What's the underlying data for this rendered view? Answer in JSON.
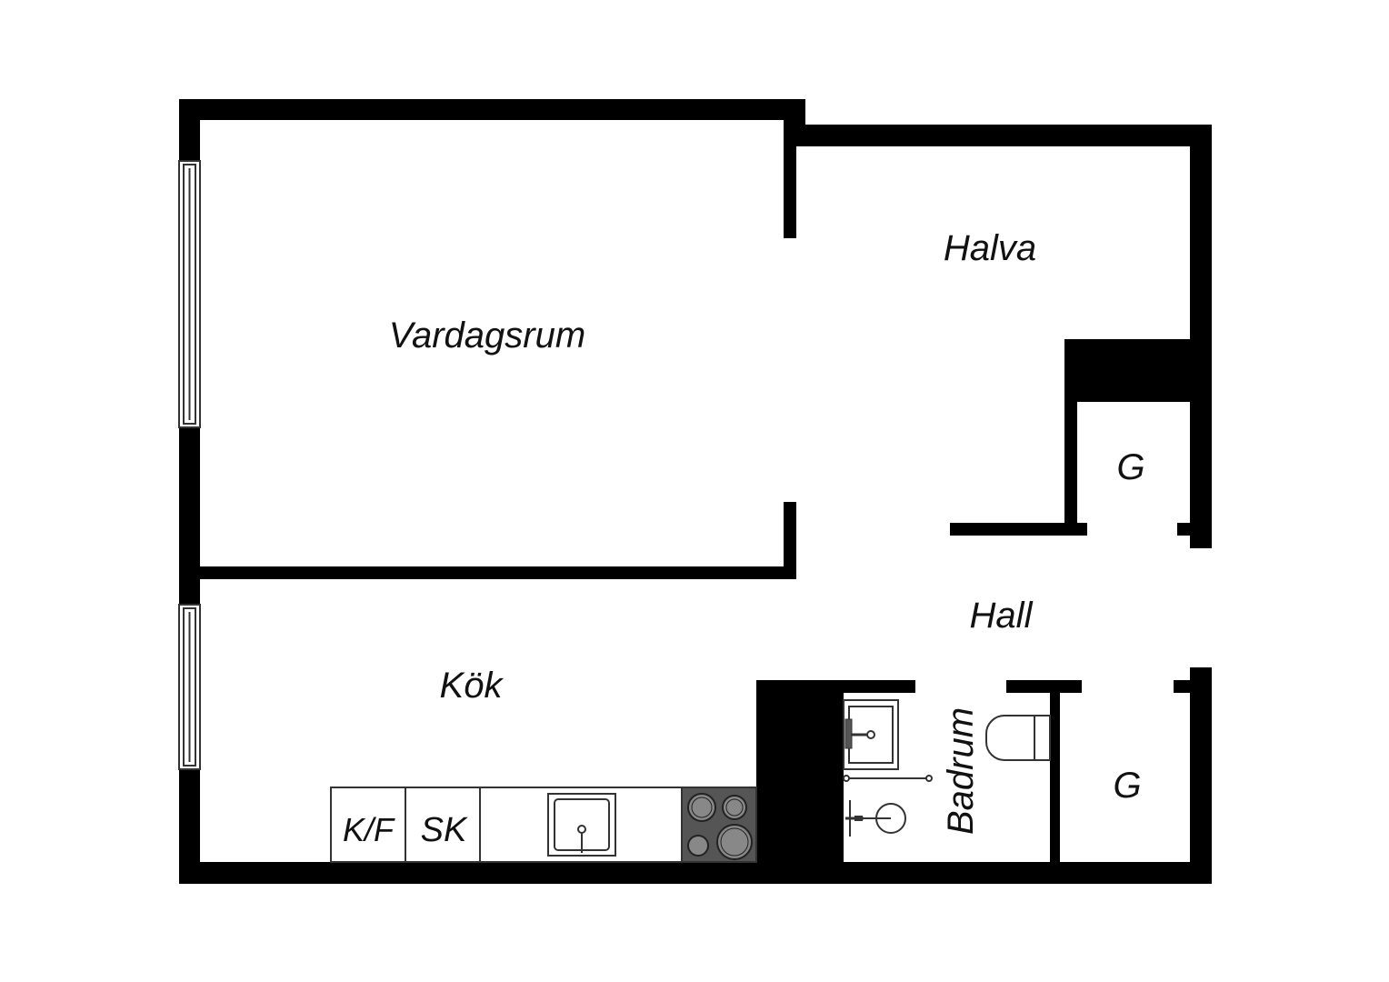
{
  "rooms": {
    "living": "Vardagsrum",
    "half_room": "Halva",
    "hall": "Hall",
    "kitchen": "Kök",
    "bathroom": "Badrum",
    "closet_upper": "G",
    "closet_lower": "G"
  },
  "kitchen_units": {
    "fridge_freezer": "K/F",
    "cabinet": "SK"
  },
  "colors": {
    "line": "#333333",
    "stove": "#555555",
    "burner": "#888888"
  }
}
